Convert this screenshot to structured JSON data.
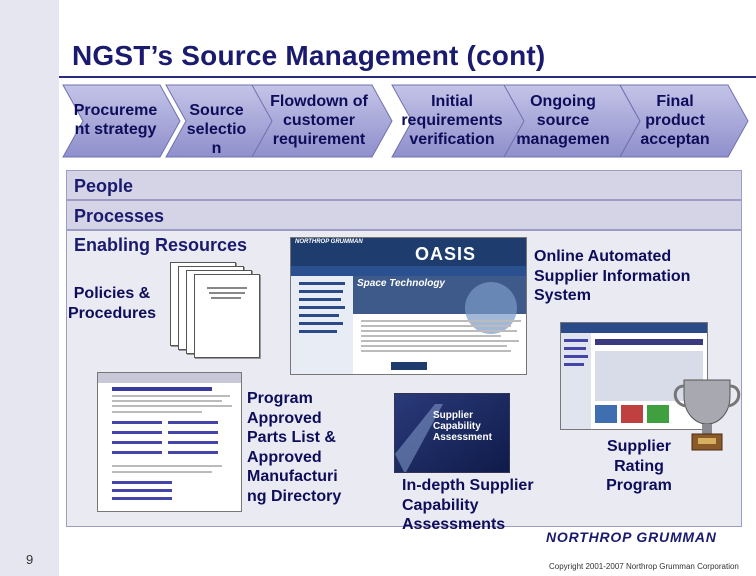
{
  "slide": {
    "title": "NGST’s Source Management (cont)",
    "page_number": "9"
  },
  "chevrons": [
    {
      "label": "Procureme\nnt strategy"
    },
    {
      "label": "Source\nselectio\nn"
    },
    {
      "label": "Flowdown of\ncustomer\nrequirement"
    },
    {
      "label": "Initial\nrequirements\nverification"
    },
    {
      "label": "Ongoing\nsource\nmanagemen"
    },
    {
      "label": "Final\nproduct\nacceptan"
    }
  ],
  "bands": {
    "people": "People",
    "processes": "Processes",
    "enabling": "Enabling Resources"
  },
  "resources": {
    "policies": "Policies &\nProcedures",
    "parts_list": "Program\nApproved\nParts List &\nApproved\nManufacturi\nng Directory",
    "online_system": "Online Automated\nSupplier Information\nSystem",
    "assessments": "In-depth Supplier\nCapability\nAssessments",
    "rating": "Supplier\nRating\nProgram"
  },
  "thumbnails": {
    "brochure_cover": "Supplier\nCapability\nAssessment",
    "portal_logo": "OASIS",
    "portal_banner": "Space Technology",
    "company_small": "NORTHROP GRUMMAN"
  },
  "footer": {
    "logo": "NORTHROP GRUMMAN",
    "copyright": "Copyright 2001-2007 Northrop Grumman Corporation"
  },
  "colors": {
    "title": "#1a1a6e",
    "chevron_fill": "#a9a9d8",
    "band_fill": "#d4d4e6",
    "text": "#0d0d5a"
  }
}
